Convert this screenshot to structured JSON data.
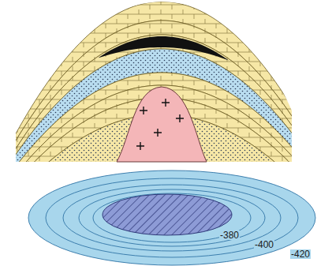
{
  "diagram": {
    "labels": [
      "-380",
      "-400",
      "-420"
    ]
  }
}
